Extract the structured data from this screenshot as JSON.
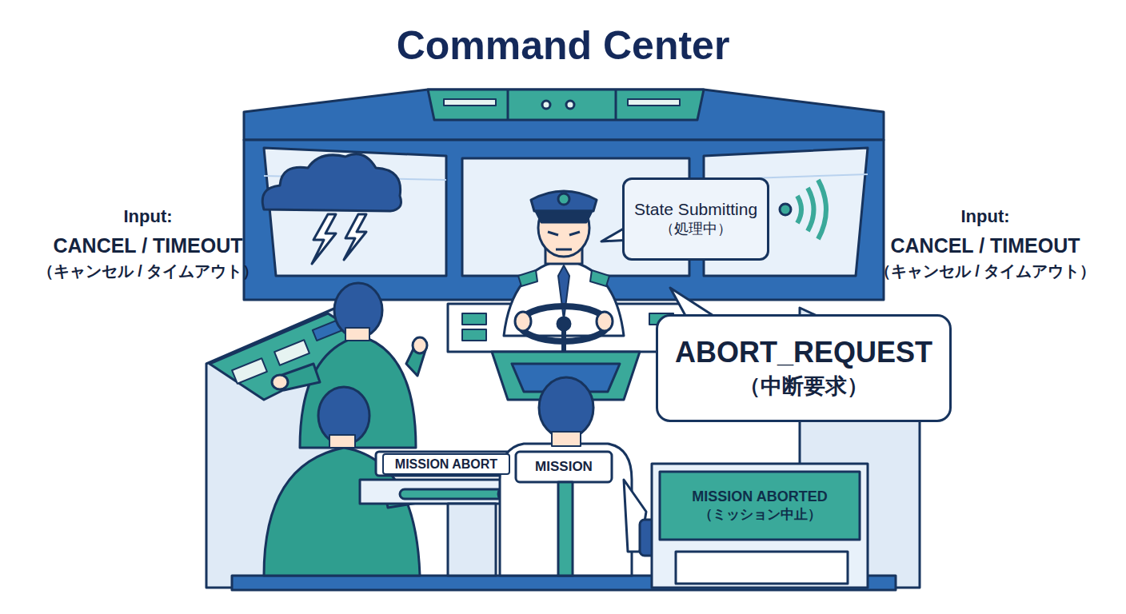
{
  "diagram": {
    "title": "Command Center",
    "nodes": [
      {
        "text": [
          "State Submitting",
          "（処理中）"
        ]
      },
      {
        "text": [
          "ABORT_REQUEST",
          "（中断要求）"
        ]
      },
      {
        "text": [
          "MISSION ABORT"
        ]
      },
      {
        "text": [
          "MISSION ABORTED",
          "（ミッション中止）"
        ]
      }
    ],
    "labels": [
      "Input:",
      "CANCEL / TIMEOUT",
      "（キャンセル / タイムアウト）",
      "Input:",
      "CANCEL / TIMEOUT",
      "（キャンセル / タイムアウト）",
      "MISSION"
    ]
  }
}
